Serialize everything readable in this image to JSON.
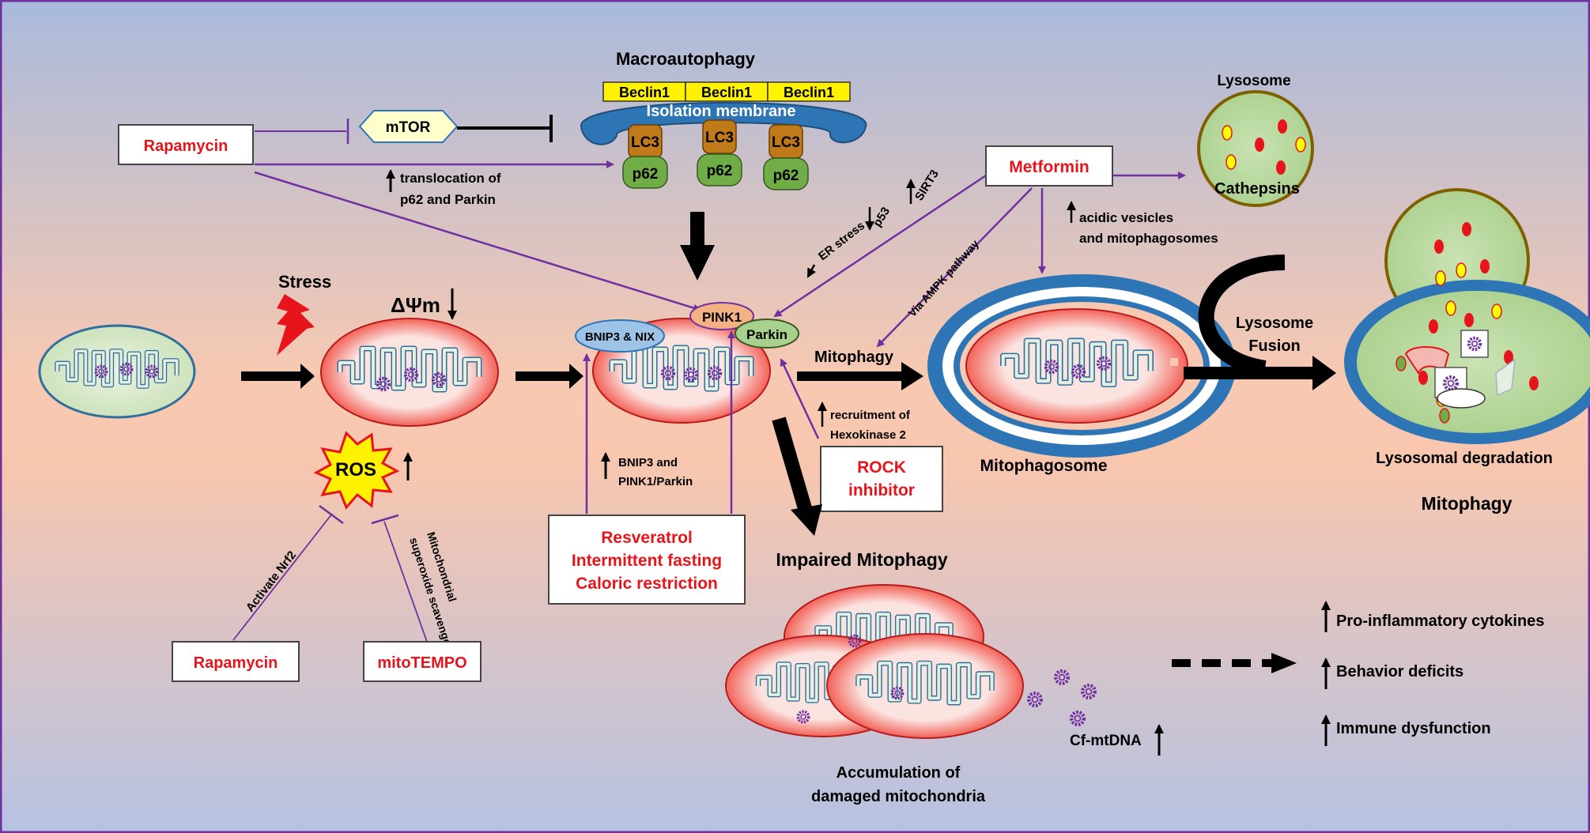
{
  "title": "Macroautophagy",
  "beclin": [
    "Beclin1",
    "Beclin1",
    "Beclin1"
  ],
  "isolation_membrane": "Isolation membrane",
  "lc3": [
    "LC3",
    "LC3",
    "LC3"
  ],
  "p62": [
    "p62",
    "p62",
    "p62"
  ],
  "mtor": "mTOR",
  "rapamycin_top": "Rapamycin",
  "translocation": [
    "translocation of",
    "p62 and Parkin"
  ],
  "stress": "Stress",
  "delta_psi": "ΔΨm",
  "ros": "ROS",
  "activate_nrf2": "Activate Nrf2",
  "scavenger": [
    "Mitochondrial",
    "superoxide scavenger"
  ],
  "rapamycin_bottom": "Rapamycin",
  "mitotempo": "mitoTEMPO",
  "bnip3_nix": "BNIP3 & NIX",
  "pink1": "PINK1",
  "parkin": "Parkin",
  "bnip3_pink_parkin": [
    "BNIP3 and",
    "PINK1/Parkin"
  ],
  "resveratrol_box": [
    "Resveratrol",
    "Intermittent fasting",
    "Caloric restriction"
  ],
  "metformin": "Metformin",
  "er_stress": "ER stress",
  "p53": "p53",
  "sirt3": "SIRT3",
  "ampk": "Via AMPK pathway",
  "acidic": [
    "acidic vesicles",
    "and mitophagosomes"
  ],
  "mitophagy_arrow": "Mitophagy",
  "recruitment": [
    "recruitment of",
    "Hexokinase 2"
  ],
  "rock": [
    "ROCK",
    "inhibitor"
  ],
  "mitophagosome": "Mitophagosome",
  "lysosome": "Lysosome",
  "cathepsins": "Cathepsins",
  "lysosome_fusion": [
    "Lysosome",
    "Fusion"
  ],
  "lysosomal_degradation": "Lysosomal degradation",
  "mitophagy_final": "Mitophagy",
  "impaired": "Impaired Mitophagy",
  "accumulation": [
    "Accumulation of",
    "damaged mitochondria"
  ],
  "cf_mtdna": "Cf-mtDNA",
  "outcomes": [
    "Pro-inflammatory cytokines",
    "Behavior deficits",
    "Immune dysfunction"
  ],
  "colors": {
    "red_text": "#e8141b",
    "purple": "#7030a0",
    "frame": "#7030a0"
  }
}
